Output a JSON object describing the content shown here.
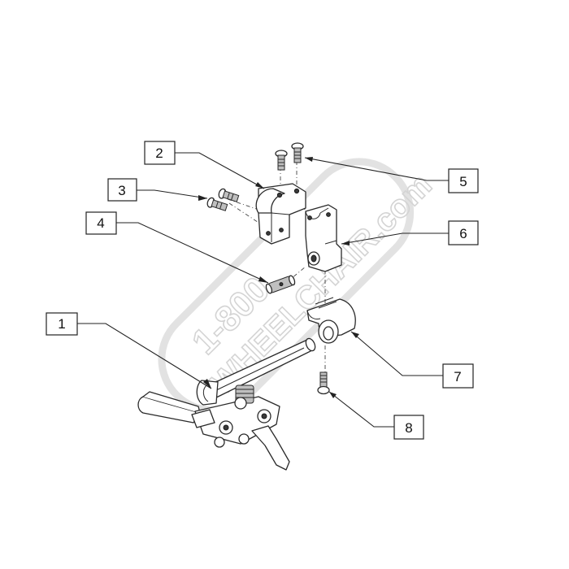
{
  "diagram": {
    "callouts": [
      {
        "number": "1"
      },
      {
        "number": "2"
      },
      {
        "number": "3"
      },
      {
        "number": "4"
      },
      {
        "number": "5"
      },
      {
        "number": "6"
      },
      {
        "number": "7"
      },
      {
        "number": "8"
      }
    ],
    "watermark": {
      "line1": "1-800",
      "line2": "WHEELCHAIR.com"
    }
  }
}
